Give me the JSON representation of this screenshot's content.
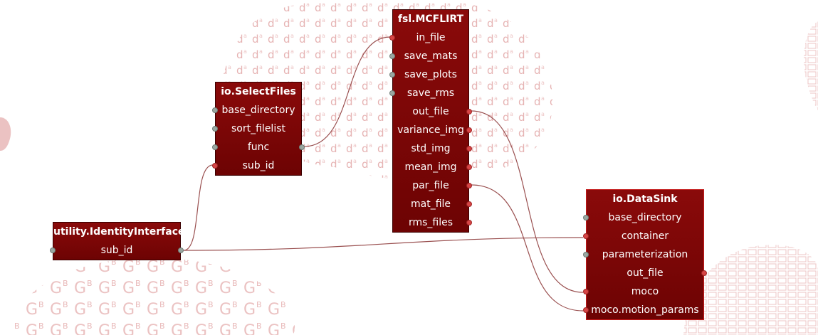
{
  "nodes": {
    "identity": {
      "title": "utility.IdentityInterface",
      "ports": [
        "sub_id"
      ]
    },
    "selectfiles": {
      "title": "io.SelectFiles",
      "ports": [
        "base_directory",
        "sort_filelist",
        "func",
        "sub_id"
      ]
    },
    "mcflirt": {
      "title": "fsl.MCFLIRT",
      "ports": [
        "in_file",
        "save_mats",
        "save_plots",
        "save_rms",
        "out_file",
        "variance_img",
        "std_img",
        "mean_img",
        "par_file",
        "mat_file",
        "rms_files"
      ]
    },
    "datasink": {
      "title": "io.DataSink",
      "ports": [
        "base_directory",
        "container",
        "parameterization",
        "out_file",
        "moco",
        "moco.motion_params"
      ]
    }
  },
  "colors": {
    "node_fill": "#7a0505",
    "port_input_unconnected": "#9aa7a1",
    "port_connected": "#d64545",
    "wire": "#9a5050",
    "background_decor": "#e8b4b4"
  }
}
